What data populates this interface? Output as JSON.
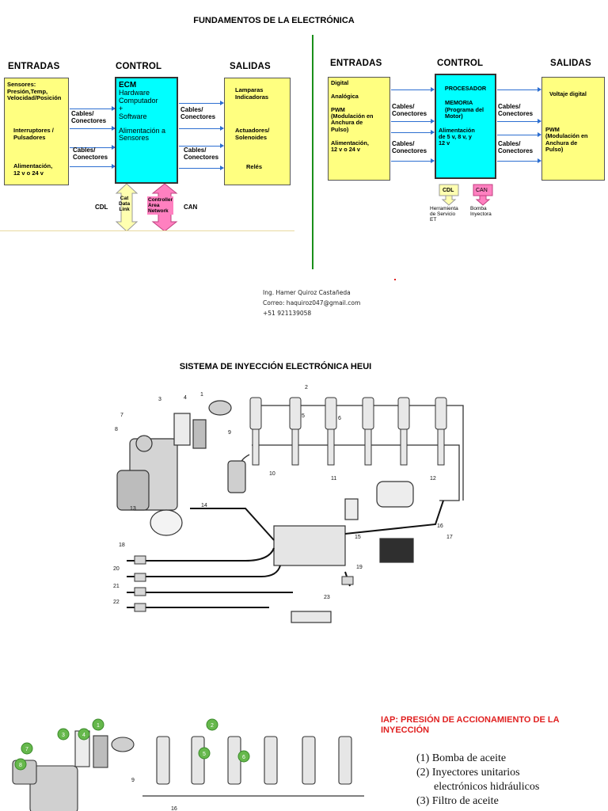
{
  "section1": {
    "title": "FUNDAMENTOS DE LA ELECTRÓNICA",
    "left": {
      "h_entradas": "ENTRADAS",
      "h_control": "CONTROL",
      "h_salidas": "SALIDAS",
      "in1": "Sensores:\nPresión,Temp,\nVelocidad/Posición",
      "in2": "Interruptores /\nPulsadores",
      "in3": "Alimentación,\n12 v o 24 v",
      "cable1": "Cables/\nConectores",
      "cable2": "Cables/\nConectores",
      "cable3": "Cables/\nConectores",
      "cable4": "Cables/\nConectores",
      "ecm_title": "ECM",
      "ecm_body": "Hardware\nComputador\n+\nSoftware",
      "ecm_power": "Alimentación a\nSensores",
      "out1": "Lamparas\nIndicadoras",
      "out2": "Actuadores/\nSolenoides",
      "out3": "Relés",
      "cdl": "CDL",
      "cat": "Cat\nData\nLink",
      "can_box": "Controller\nArea\nNetwork",
      "can": "CAN"
    },
    "right": {
      "h_entradas": "ENTRADAS",
      "h_control": "CONTROL",
      "h_salidas": "SALIDAS",
      "in_text": "Digital\n\nAnalógica\n\nPWM\n(Modulación en\nAnchura de\nPulso)\n\nAlimentación,\n12 v o 24 v",
      "cable1": "Cables/\nConectores",
      "cable2": "Cables/\nConectores",
      "cable3": "Cables/\nConectores",
      "cable4": "Cables/\nConectores",
      "proc_title": "PROCESADOR",
      "proc_mem": "MEMORIA\n(Programa del\nMotor)",
      "proc_power": "Alimentación\nde 5 v, 8 v, y\n12 v",
      "out1": "Voltaje digital",
      "out2": "PWM\n(Modulación en\nAnchura de\nPulso)",
      "cdl": "CDL",
      "can": "CAN",
      "note1": "Herramienta\nde Servicio\nET",
      "note2": "Bomba\nInyectora"
    },
    "contact": {
      "name": "Ing. Hamer Quiroz Castañeda",
      "email": "Correo: haquiroz047@gmail.com",
      "phone": "+51 921139058"
    }
  },
  "section2": {
    "title": "SISTEMA DE INYECCIÓN ELECTRÓNICA HEUI",
    "callouts": [
      "1",
      "2",
      "3",
      "4",
      "5",
      "6",
      "7",
      "8",
      "9",
      "10",
      "11",
      "12",
      "13",
      "14",
      "15",
      "16",
      "17",
      "18",
      "19",
      "20",
      "21",
      "22",
      "23"
    ]
  },
  "section3": {
    "title": "IAP: PRESIÓN DE ACCIONAMIENTO DE LA INYECCIÓN",
    "legend": [
      "(1) Bomba de aceite",
      "(2) Inyectores unitarios",
      "electrónicos hidráulicos",
      "(3) Filtro de aceite"
    ],
    "callouts": [
      "1",
      "2",
      "3",
      "4",
      "5",
      "6",
      "7",
      "8",
      "9",
      "16"
    ]
  },
  "colors": {
    "yellow": "#ffff80",
    "cyan": "#00ffff",
    "pink": "#ff80c0",
    "green": "#1a8f1a",
    "red": "#e02020",
    "arrow_blue": "#2d6fd1"
  }
}
